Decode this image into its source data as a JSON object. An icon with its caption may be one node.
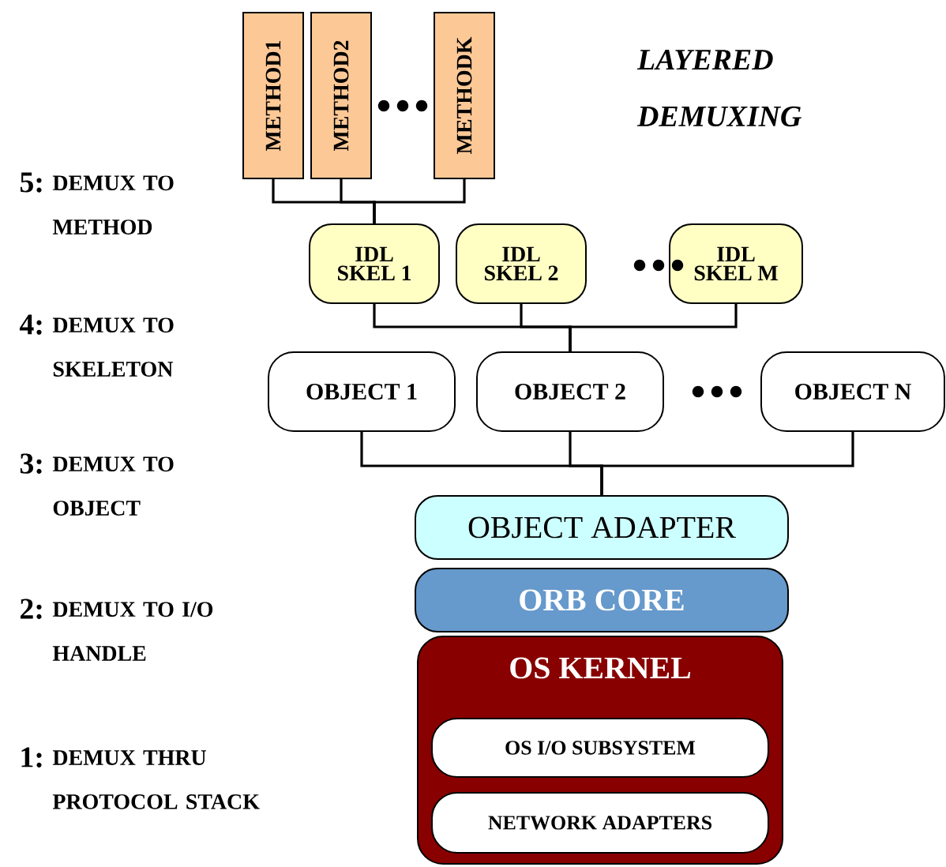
{
  "diagram": {
    "title": "LAYERED DEMUXING",
    "nodes": [
      {
        "text": [
          "METHOD1"
        ]
      },
      {
        "text": [
          "METHOD2"
        ]
      },
      {
        "text": [
          "METHODK"
        ]
      },
      {
        "text": [
          "IDL SKEL 1"
        ]
      },
      {
        "text": [
          "IDL SKEL 2"
        ]
      },
      {
        "text": [
          "IDL SKEL M"
        ]
      },
      {
        "text": [
          "OBJECT 1"
        ]
      },
      {
        "text": [
          "OBJECT 2"
        ]
      },
      {
        "text": [
          "OBJECT N"
        ]
      },
      {
        "text": [
          "OBJECT ADAPTER"
        ]
      },
      {
        "text": [
          "ORB CORE"
        ]
      },
      {
        "text": [
          "OS KERNEL"
        ]
      },
      {
        "text": [
          "OS I/O SUBSYSTEM"
        ],
        "in": 11
      },
      {
        "text": [
          "NETWORK ADAPTERS"
        ],
        "in": 11
      }
    ],
    "edges": [
      {
        "from": 0,
        "to": 3,
        "arrow": "none"
      },
      {
        "from": 1,
        "to": 3,
        "arrow": "none"
      },
      {
        "from": 2,
        "to": 3,
        "arrow": "none"
      },
      {
        "from": 3,
        "to": 7,
        "arrow": "none"
      },
      {
        "from": 4,
        "to": 7,
        "arrow": "none"
      },
      {
        "from": 5,
        "to": 7,
        "arrow": "none"
      },
      {
        "from": 6,
        "to": 9,
        "arrow": "none"
      },
      {
        "from": 7,
        "to": 9,
        "arrow": "none"
      },
      {
        "from": 8,
        "to": 9,
        "arrow": "none"
      }
    ],
    "labels": [
      "5:",
      "DEMUX TO METHOD",
      "4:",
      "DEMUX TO SKELETON",
      "3:",
      "DEMUX TO OBJECT",
      "2:",
      "DEMUX TO I/O HANDLE",
      "1:",
      "DEMUX THRU PROTOCOL STACK"
    ]
  }
}
